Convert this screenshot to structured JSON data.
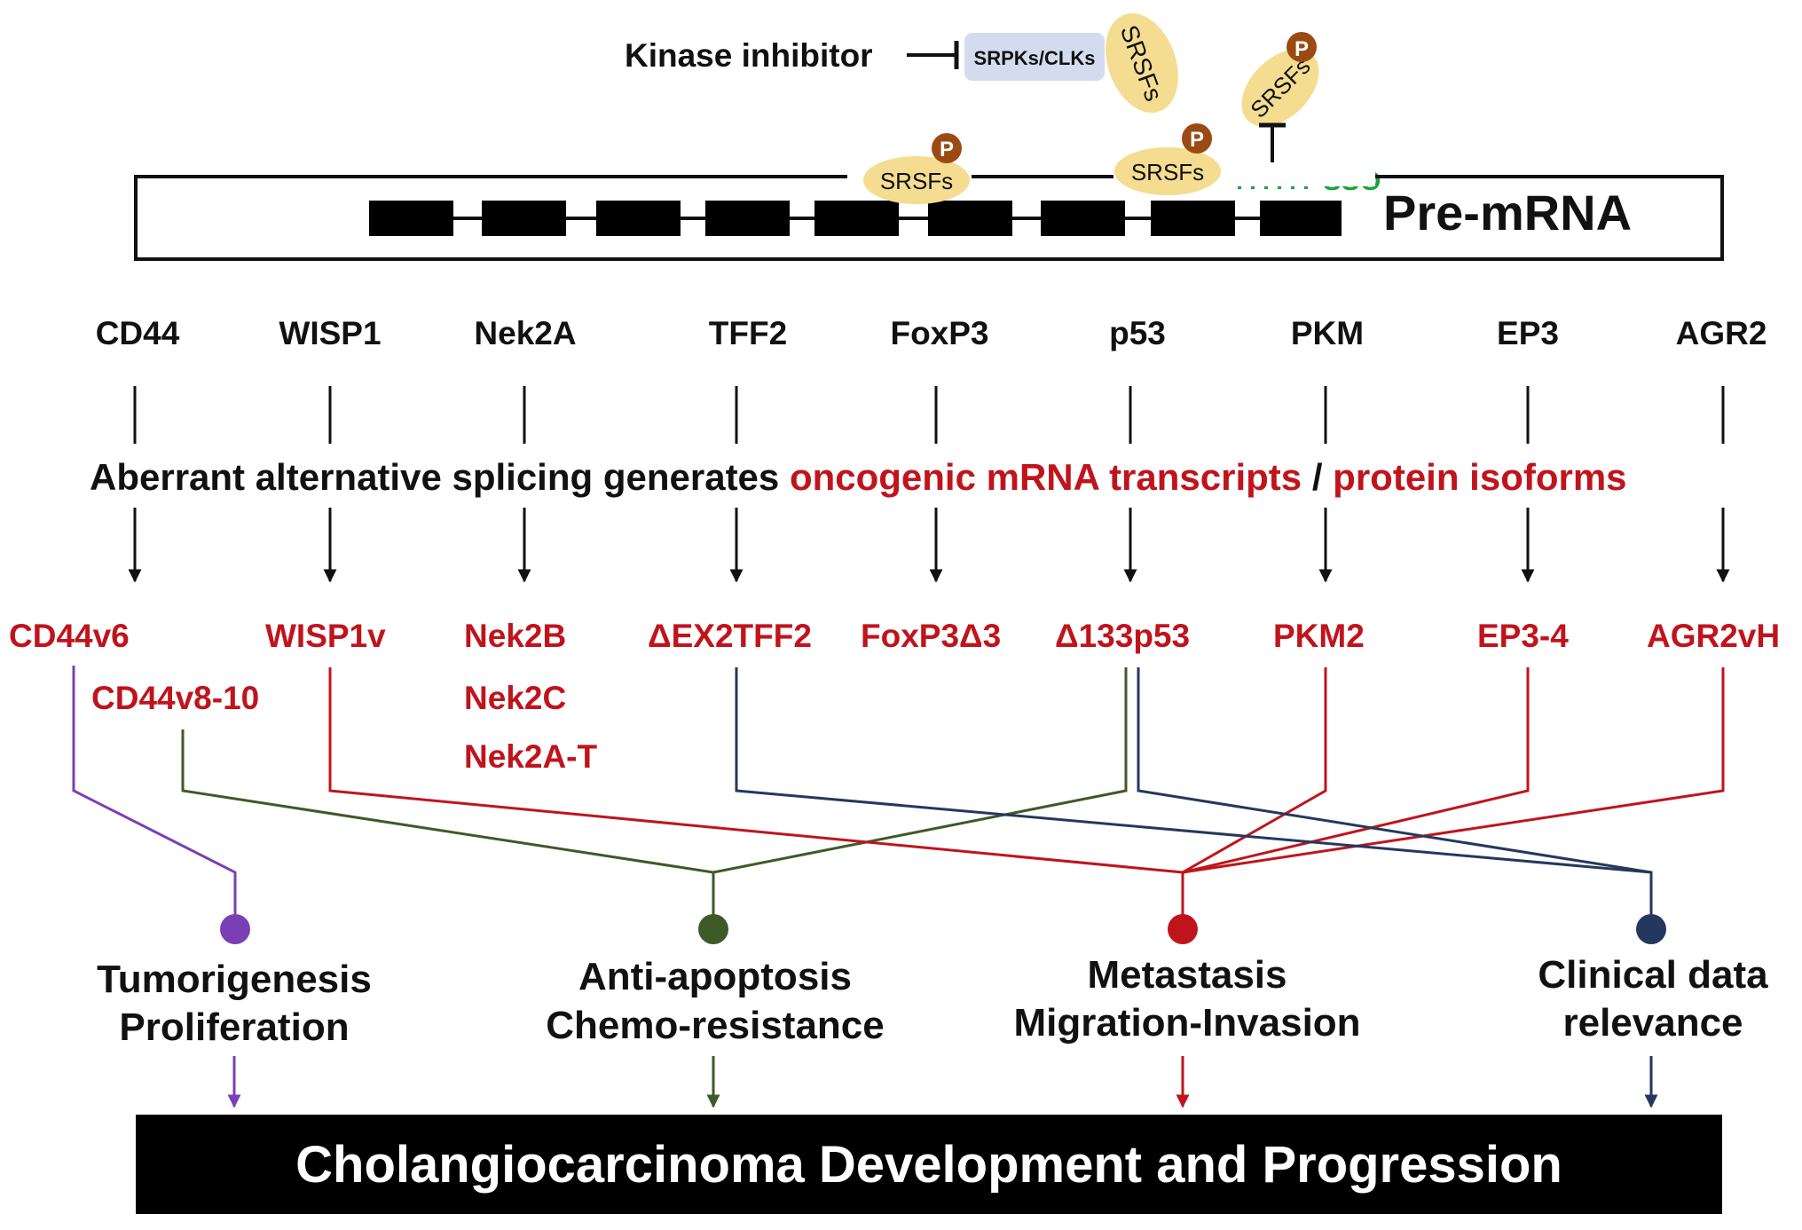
{
  "inhibitor": {
    "label": "Kinase inhibitor",
    "target": "SRPKs/CLKs"
  },
  "splicing_factor": "SRSFs",
  "phospho": "P",
  "sso": "SSO",
  "premrna": "Pre-mRNA",
  "genes": [
    "CD44",
    "WISP1",
    "Nek2A",
    "TFF2",
    "FoxP3",
    "p53",
    "PKM",
    "EP3",
    "AGR2"
  ],
  "statement": {
    "part1": "Aberrant alternative splicing generates ",
    "part2": "oncogenic mRNA transcripts",
    "part3": " / ",
    "part4": "protein isoforms"
  },
  "isoforms": [
    "CD44v6",
    "CD44v8-10",
    "WISP1v",
    "Nek2B",
    "Nek2C",
    "Nek2A-T",
    "ΔEX2TFF2",
    "FoxP3Δ3",
    "Δ133p53",
    "PKM2",
    "EP3-4",
    "AGR2vH"
  ],
  "outcomes": [
    {
      "line1": "Tumorigenesis",
      "line2": "Proliferation",
      "color": "#7b3fb5"
    },
    {
      "line1": "Anti-apoptosis",
      "line2": "Chemo-resistance",
      "color": "#3e5a26"
    },
    {
      "line1": "Metastasis",
      "line2": "Migration-Invasion",
      "color": "#c0141c"
    },
    {
      "line1": "Clinical data",
      "line2": "relevance",
      "color": "#24385f"
    }
  ],
  "banner": "Cholangiocarcinoma Development and Progression",
  "colors": {
    "isoform_red": "#c0141c",
    "srsf_fill": "#f4dc91",
    "phospho_fill": "#9a4a12",
    "sso_green": "#1aa33c",
    "srpk_box": "#d3dcef"
  }
}
